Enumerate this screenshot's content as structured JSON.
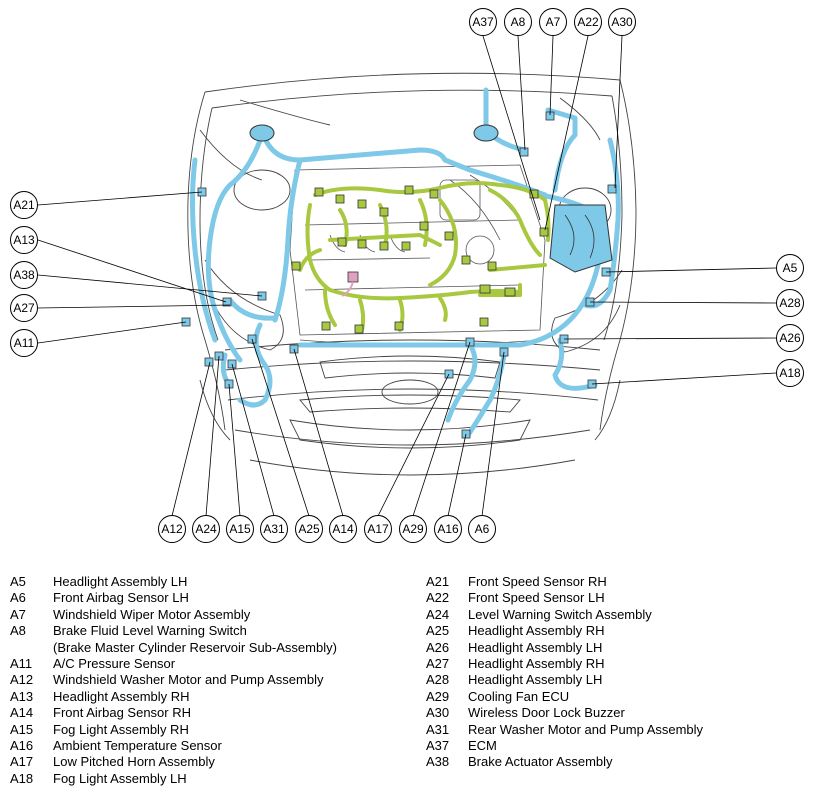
{
  "callouts": {
    "top": [
      "A37",
      "A8",
      "A7",
      "A22",
      "A30"
    ],
    "left": [
      "A21",
      "A13",
      "A38",
      "A27",
      "A11"
    ],
    "right": [
      "A5",
      "A28",
      "A26",
      "A18"
    ],
    "bottom": [
      "A12",
      "A24",
      "A15",
      "A31",
      "A25",
      "A14",
      "A17",
      "A29",
      "A16",
      "A6"
    ]
  },
  "legend": {
    "left": [
      {
        "code": "A5",
        "desc": "Headlight Assembly LH"
      },
      {
        "code": "A6",
        "desc": "Front Airbag Sensor LH"
      },
      {
        "code": "A7",
        "desc": "Windshield Wiper Motor Assembly"
      },
      {
        "code": "A8",
        "desc": "Brake Fluid Level Warning Switch"
      },
      {
        "code": "",
        "desc": "(Brake Master Cylinder Reservoir Sub-Assembly)"
      },
      {
        "code": "A11",
        "desc": "A/C Pressure Sensor"
      },
      {
        "code": "A12",
        "desc": "Windshield Washer Motor and Pump Assembly"
      },
      {
        "code": "A13",
        "desc": "Headlight Assembly RH"
      },
      {
        "code": "A14",
        "desc": "Front Airbag Sensor RH"
      },
      {
        "code": "A15",
        "desc": "Fog Light Assembly RH"
      },
      {
        "code": "A16",
        "desc": "Ambient Temperature Sensor"
      },
      {
        "code": "A17",
        "desc": "Low Pitched Horn Assembly"
      },
      {
        "code": "A18",
        "desc": "Fog Light Assembly LH"
      }
    ],
    "right": [
      {
        "code": "A21",
        "desc": "Front Speed Sensor RH"
      },
      {
        "code": "A22",
        "desc": "Front Speed Sensor LH"
      },
      {
        "code": "A24",
        "desc": "Level Warning Switch Assembly"
      },
      {
        "code": "A25",
        "desc": "Headlight Assembly RH"
      },
      {
        "code": "A26",
        "desc": "Headlight Assembly LH"
      },
      {
        "code": "A27",
        "desc": "Headlight Assembly RH"
      },
      {
        "code": "A28",
        "desc": "Headlight Assembly LH"
      },
      {
        "code": "A29",
        "desc": "Cooling Fan ECU"
      },
      {
        "code": "A30",
        "desc": "Wireless Door Lock Buzzer"
      },
      {
        "code": "A31",
        "desc": "Rear Washer Motor and Pump Assembly"
      },
      {
        "code": "A37",
        "desc": "ECM"
      },
      {
        "code": "A38",
        "desc": "Brake Actuator Assembly"
      }
    ]
  },
  "colors": {
    "harness_body": "#7ec8e8",
    "harness_engine": "#a8c840",
    "outline": "#333333",
    "connector_pink": "#e0a0c0"
  }
}
